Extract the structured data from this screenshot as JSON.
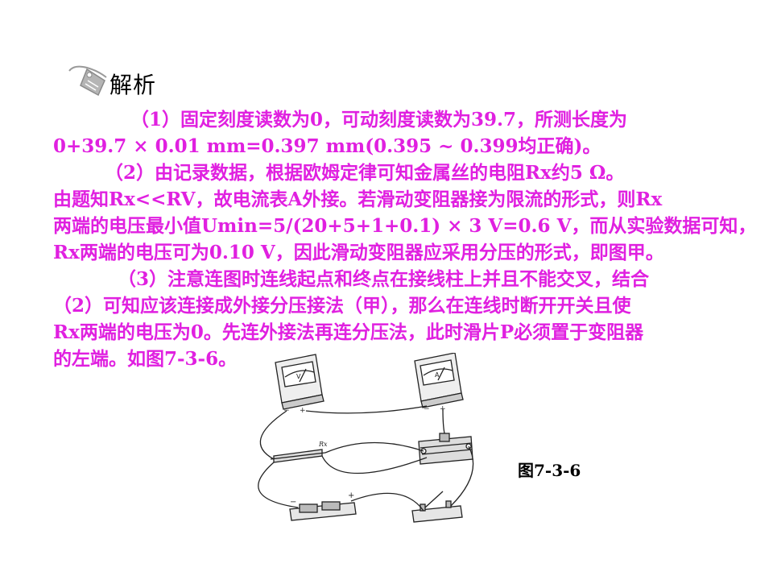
{
  "header": {
    "title": "解析"
  },
  "paragraphs": {
    "p1_l1": "（1）固定刻度读数为0，可动刻度读数为39.7，所测长度为",
    "p1_l2": "0+39.7 × 0.01 mm=0.397 mm(0.395 ~ 0.399均正确)。",
    "p2_l1": "（2）由记录数据，根据欧姆定律可知金属丝的电阻Rx约5 Ω。",
    "p2_l2": "由题知Rx<<RV，故电流表A外接。若滑动变阻器接为限流的形式，则Rx",
    "p2_l3": "两端的电压最小值Umin=5/(20+5+1+0.1) × 3 V=0.6 V，而从实验数据可知，",
    "p2_l4": "Rx两端的电压可为0.10 V，因此滑动变阻器应采用分压的形式，即图甲。",
    "p3_l1": "（3）注意连图时连线起点和终点在接线柱上并且不能交叉，结合",
    "p3_l2": "（2）可知应该连接成外接分压接法（甲），那么在连线时断开开关且使",
    "p3_l3": "Rx两端的电压为0。先连外接法再连分压法，此时滑片P必须置于变阻器",
    "p3_l4": "的左端。如图7-3-6。"
  },
  "figure": {
    "caption": "图7-3-6",
    "voltmeter_label": "V",
    "ammeter_label": "A",
    "resistor_label": "Rx",
    "minus": "−",
    "plus": "+"
  },
  "colors": {
    "text": "#e020e0",
    "caption": "#000000"
  }
}
